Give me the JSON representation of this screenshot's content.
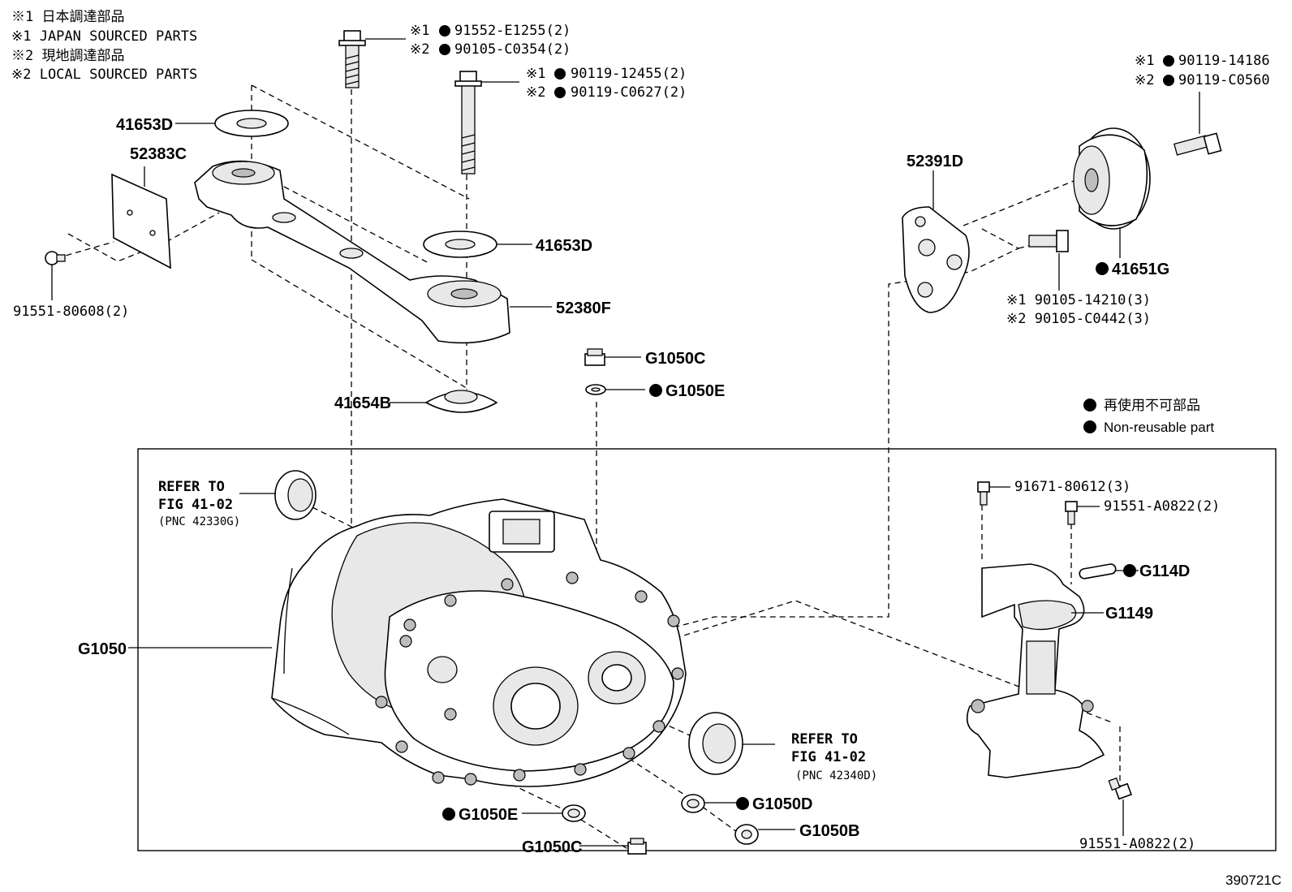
{
  "notes": {
    "n1_jp": "※1 日本調達部品",
    "n1_en": "※1 JAPAN SOURCED PARTS",
    "n2_jp": "※2 現地調達部品",
    "n2_en": "※2 LOCAL SOURCED PARTS"
  },
  "legend": {
    "jp": "再使用不可部品",
    "en": "Non-reusable part"
  },
  "parts": {
    "bolt_a_1": "※1",
    "bolt_a_1_num": "91552-E1255(2)",
    "bolt_a_2": "※2",
    "bolt_a_2_num": "90105-C0354(2)",
    "bolt_b_1": "※1",
    "bolt_b_1_num": "90119-12455(2)",
    "bolt_b_2": "※2",
    "bolt_b_2_num": "90119-C0627(2)",
    "bolt_c_1": "※1",
    "bolt_c_1_num": "90119-14186",
    "bolt_c_2": "※2",
    "bolt_c_2_num": "90119-C0560",
    "bolt_d_1": "※1 90105-14210(3)",
    "bolt_d_2": "※2 90105-C0442(3)",
    "p41653D_top": "41653D",
    "p52383C": "52383C",
    "p41653D_mid": "41653D",
    "p52380F": "52380F",
    "p41654B": "41654B",
    "p91551_80608": "91551-80608(2)",
    "p52391D": "52391D",
    "p41651G": "41651G",
    "pG1050C_top": "G1050C",
    "pG1050E_top": "G1050E",
    "pG1050": "G1050",
    "pG1050E_bot": "G1050E",
    "pG1050C_bot": "G1050C",
    "pG1050D": "G1050D",
    "pG1050B": "G1050B",
    "p91671": "91671-80612(3)",
    "p91551_A0822_top": "91551-A0822(2)",
    "pG114D": "G114D",
    "pG1149": "G1149",
    "p91551_A0822_bot": "91551-A0822(2)"
  },
  "refs": {
    "left_l1": "REFER TO",
    "left_l2": "FIG 41-02",
    "left_l3": "(PNC 42330G)",
    "right_l1": "REFER TO",
    "right_l2": "FIG 41-02",
    "right_l3": "(PNC 42340D)"
  },
  "diagram_code": "390721C"
}
